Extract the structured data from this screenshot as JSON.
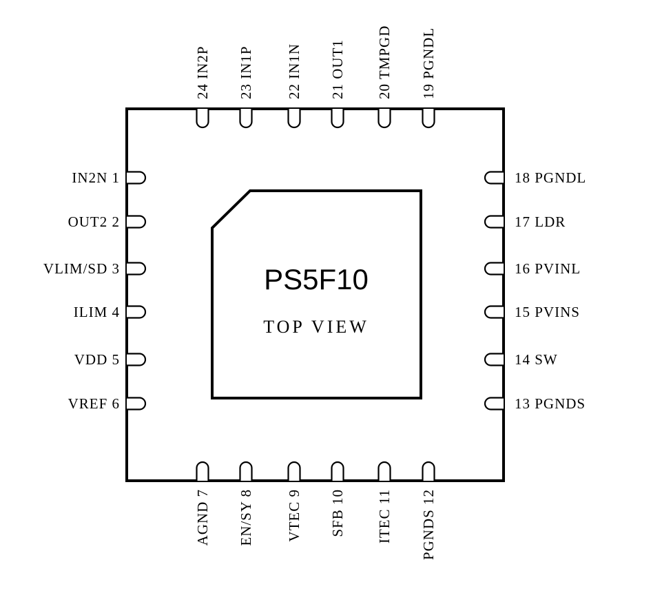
{
  "chip": {
    "part_number": "PS5F10",
    "view_label": "TOP VIEW",
    "package_outline_color": "#000000",
    "background_color": "#ffffff"
  },
  "pins": {
    "left": [
      {
        "number": "1",
        "name": "IN2N"
      },
      {
        "number": "2",
        "name": "OUT2"
      },
      {
        "number": "3",
        "name": "VLIM/SD"
      },
      {
        "number": "4",
        "name": "ILIM"
      },
      {
        "number": "5",
        "name": "VDD"
      },
      {
        "number": "6",
        "name": "VREF"
      }
    ],
    "bottom": [
      {
        "number": "7",
        "name": "AGND"
      },
      {
        "number": "8",
        "name": "EN/SY"
      },
      {
        "number": "9",
        "name": "VTEC"
      },
      {
        "number": "10",
        "name": "SFB"
      },
      {
        "number": "11",
        "name": "ITEC"
      },
      {
        "number": "12",
        "name": "PGNDS"
      }
    ],
    "right": [
      {
        "number": "13",
        "name": "PGNDS"
      },
      {
        "number": "14",
        "name": "SW"
      },
      {
        "number": "15",
        "name": "PVINS"
      },
      {
        "number": "16",
        "name": "PVINL"
      },
      {
        "number": "17",
        "name": "LDR"
      },
      {
        "number": "18",
        "name": "PGNDL"
      }
    ],
    "top": [
      {
        "number": "19",
        "name": "PGNDL"
      },
      {
        "number": "20",
        "name": "TMPGD"
      },
      {
        "number": "21",
        "name": "OUT1"
      },
      {
        "number": "22",
        "name": "IN1N"
      },
      {
        "number": "23",
        "name": "IN1P"
      },
      {
        "number": "24",
        "name": "IN2P"
      }
    ]
  }
}
